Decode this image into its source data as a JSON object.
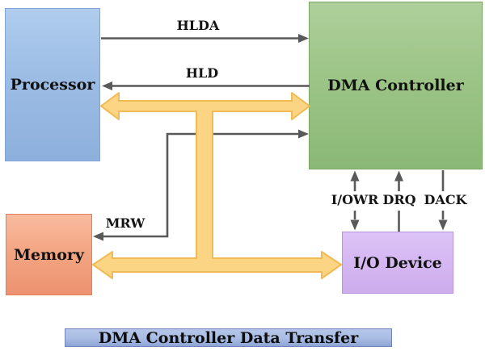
{
  "diagram": {
    "title": "DMA Controller Data Transfer",
    "nodes": [
      {
        "id": "processor",
        "label": "Processor",
        "fill": "#9cbce4"
      },
      {
        "id": "dma-controller",
        "label": "DMA Controller",
        "fill": "#9cc488"
      },
      {
        "id": "memory",
        "label": "Memory",
        "fill": "#f3a683"
      },
      {
        "id": "io-device",
        "label": "I/O Device",
        "fill": "#d5b7f2"
      }
    ],
    "signals": [
      {
        "id": "hlda",
        "label": "HLDA",
        "from": "Processor",
        "to": "DMA Controller"
      },
      {
        "id": "hld",
        "label": "HLD",
        "from": "DMA Controller",
        "to": "Processor"
      },
      {
        "id": "mrw",
        "label": "MRW",
        "from": "DMA Controller",
        "to": "Memory"
      },
      {
        "id": "iowr",
        "label": "I/OWR",
        "from": "DMA Controller",
        "to": "I/O Device"
      },
      {
        "id": "drq",
        "label": "DRQ",
        "from": "I/O Device",
        "to": "DMA Controller"
      },
      {
        "id": "dack",
        "label": "DACK",
        "from": "DMA Controller",
        "to": "I/O Device"
      }
    ],
    "bus": {
      "description": "bidirectional system data bus connecting Processor, DMA Controller, Memory and I/O Device",
      "fill": "#fbd584",
      "stroke": "#f0ba55"
    },
    "colors": {
      "signal_line": "#595959",
      "title_bar_fill": "#a9bce3",
      "background": "#ffffff"
    }
  }
}
